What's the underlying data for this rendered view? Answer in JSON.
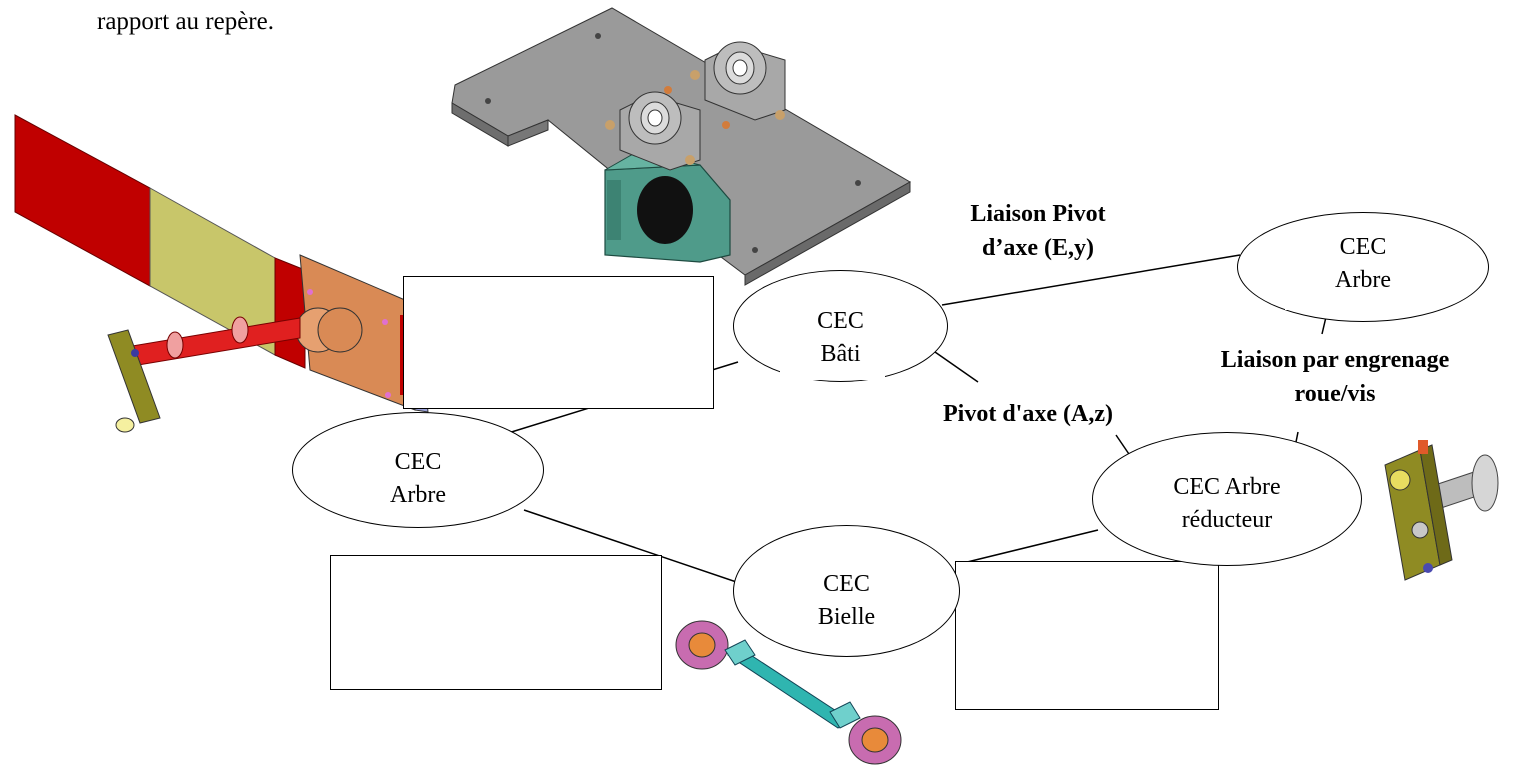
{
  "intro_text": "rapport au repère.",
  "nodes": {
    "bati": {
      "line1": "CEC",
      "line2": "Bâti"
    },
    "arbre_left": {
      "line1": "CEC",
      "line2": "Arbre"
    },
    "arbre_right": {
      "line1": "CEC",
      "line2": "Arbre"
    },
    "bielle": {
      "line1": "CEC",
      "line2": "Bielle"
    },
    "arbre_reducteur": {
      "line1": "CEC Arbre",
      "line2": "réducteur"
    }
  },
  "labels": {
    "pivot_e": {
      "line1": "Liaison Pivot",
      "line2": "d’axe (E,y)"
    },
    "engrenage": {
      "line1": "Liaison par engrenage",
      "line2": "roue/vis"
    },
    "pivot_a": {
      "line1": "Pivot d'axe (A,z)"
    }
  },
  "blank_boxes": [
    "",
    "",
    ""
  ],
  "illustrations": [
    "bati-plate-render",
    "barrier-arm-render",
    "connecting-rod-render",
    "crank-shaft-render"
  ],
  "colors": {
    "barrier_red": "#c00000",
    "barrier_yellow": "#c8c66a",
    "plate_grey": "#8c8c8c",
    "reducer_teal": "#4f9b8a",
    "rod_pink": "#c86cb0",
    "rod_cyan": "#2fb5b0",
    "olive": "#8f8b23",
    "copper": "#d98a55"
  }
}
